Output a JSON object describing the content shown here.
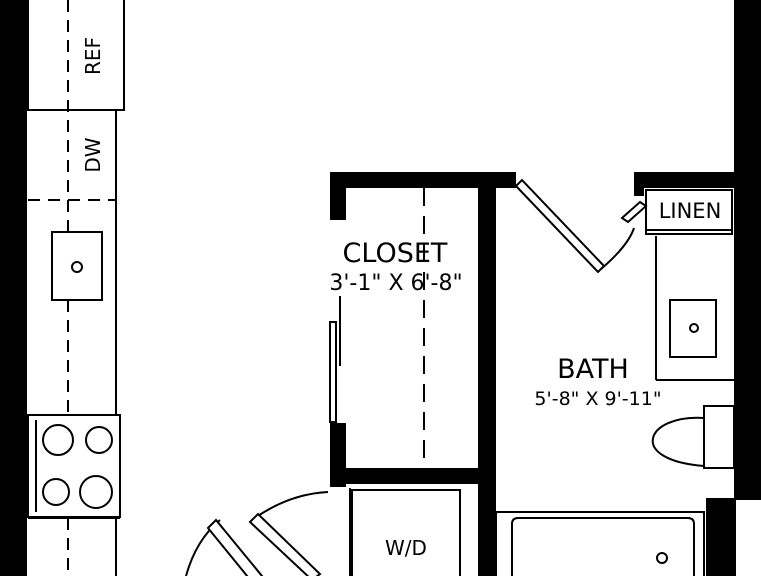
{
  "labels": {
    "ref": "REF",
    "dw": "DW",
    "closet_name": "CLOSET",
    "closet_dims": "3'-1\" X 6'-8\"",
    "linen": "LINEN",
    "bath_name": "BATH",
    "bath_dims": "5'-8\" X 9'-11\"",
    "wd": "W/D"
  }
}
